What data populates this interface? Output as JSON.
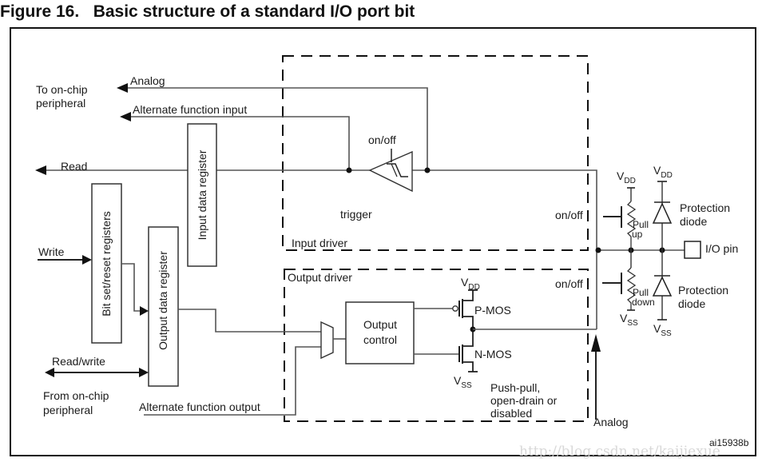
{
  "figure": {
    "title": "Figure 16.   Basic structure of a standard I/O port bit",
    "id_label": "ai15938b",
    "watermark": "http://blog.csdn.net/kaijiexue"
  },
  "left": {
    "to_peripheral": [
      "To on-chip",
      "peripheral"
    ],
    "analog": "Analog",
    "alt_func_input": "Alternate function input",
    "read": "Read",
    "write": "Write",
    "read_write": "Read/write",
    "from_peripheral": [
      "From on-chip",
      "peripheral"
    ],
    "alt_func_output": "Alternate function output"
  },
  "registers": {
    "input_data": "Input data register",
    "bit_set_reset": "Bit set/reset registers",
    "output_data": "Output data register"
  },
  "input_driver": {
    "label": "Input driver",
    "trigger": "trigger",
    "trigger_onoff": "on/off",
    "pull_onoff": "on/off"
  },
  "output_driver": {
    "label": "Output driver",
    "output_control": [
      "Output",
      "control"
    ],
    "pmos": "P-MOS",
    "nmos": "N-MOS",
    "vdd": {
      "main": "V",
      "sub": "DD"
    },
    "vss": {
      "main": "V",
      "sub": "SS"
    },
    "mode_note": [
      "Push-pull,",
      "open-drain or",
      "disabled"
    ],
    "pull_onoff": "on/off"
  },
  "pin_side": {
    "pull_up": [
      "Pull",
      "up"
    ],
    "pull_down": [
      "Pull",
      "down"
    ],
    "protection_diode": [
      "Protection",
      "diode"
    ],
    "io_pin": "I/O pin",
    "analog": "Analog",
    "vdd": {
      "main": "V",
      "sub": "DD"
    },
    "vss": {
      "main": "V",
      "sub": "SS"
    }
  }
}
